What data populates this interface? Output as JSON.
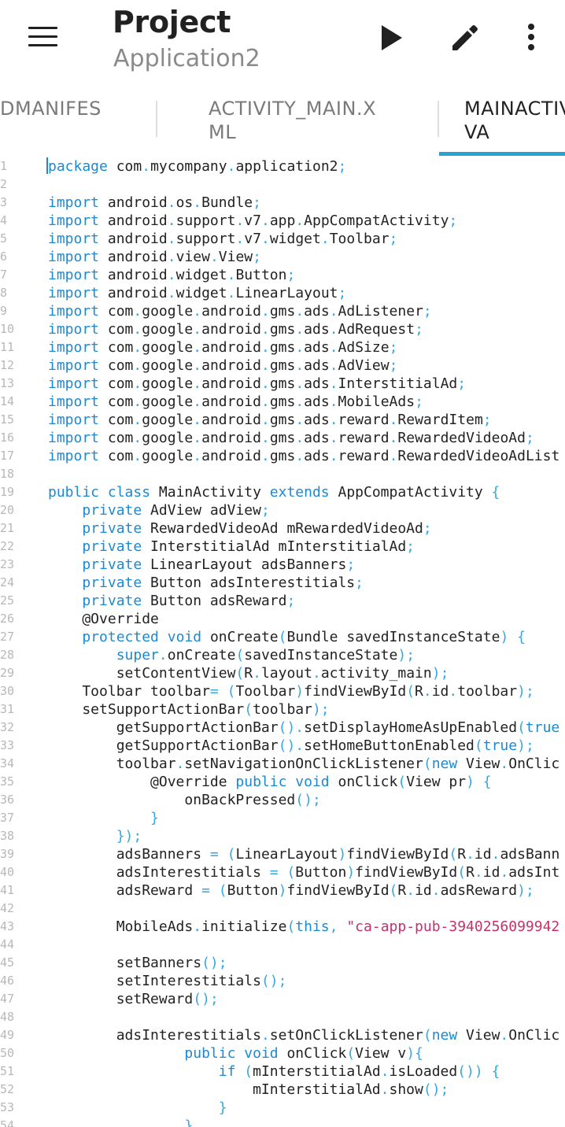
{
  "appbar": {
    "title": "Project",
    "subtitle": "Application2",
    "icons": [
      "menu-icon",
      "play-icon",
      "edit-icon",
      "more-vert-icon"
    ]
  },
  "tabs": [
    {
      "label": "DMANIFES",
      "active": false
    },
    {
      "label": "ACTIVITY_MAIN.X\nML",
      "active": false
    },
    {
      "label": "MAINACTIV\nVA",
      "active": true
    }
  ],
  "colors": {
    "accent": "#2aa0d6",
    "keyword": "#1a8ad4",
    "punctuation": "#38a7de",
    "string": "#c8306a",
    "line_number": "#b8b8b8"
  },
  "editor": {
    "lines": [
      "package com.mycompany.application2;",
      "",
      "import android.os.Bundle;",
      "import android.support.v7.app.AppCompatActivity;",
      "import android.support.v7.widget.Toolbar;",
      "import android.view.View;",
      "import android.widget.Button;",
      "import android.widget.LinearLayout;",
      "import com.google.android.gms.ads.AdListener;",
      "import com.google.android.gms.ads.AdRequest;",
      "import com.google.android.gms.ads.AdSize;",
      "import com.google.android.gms.ads.AdView;",
      "import com.google.android.gms.ads.InterstitialAd;",
      "import com.google.android.gms.ads.MobileAds;",
      "import com.google.android.gms.ads.reward.RewardItem;",
      "import com.google.android.gms.ads.reward.RewardedVideoAd;",
      "import com.google.android.gms.ads.reward.RewardedVideoAdList",
      "",
      "public class MainActivity extends AppCompatActivity {",
      "    private AdView adView;",
      "    private RewardedVideoAd mRewardedVideoAd;",
      "    private InterstitialAd mInterstitialAd;",
      "    private LinearLayout adsBanners;",
      "    private Button adsInterestitials;",
      "    private Button adsReward;",
      "    @Override",
      "    protected void onCreate(Bundle savedInstanceState) {",
      "        super.onCreate(savedInstanceState);",
      "        setContentView(R.layout.activity_main);",
      "    Toolbar toolbar= (Toolbar)findViewById(R.id.toolbar);",
      "    setSupportActionBar(toolbar);",
      "        getSupportActionBar().setDisplayHomeAsUpEnabled(true",
      "        getSupportActionBar().setHomeButtonEnabled(true);",
      "        toolbar.setNavigationOnClickListener(new View.OnClic",
      "            @Override public void onClick(View pr) {",
      "                onBackPressed();",
      "            }",
      "        });",
      "        adsBanners = (LinearLayout)findViewById(R.id.adsBann",
      "        adsInterestitials = (Button)findViewById(R.id.adsInt",
      "        adsReward = (Button)findViewById(R.id.adsReward);",
      "",
      "        MobileAds.initialize(this, \"ca-app-pub-3940256099942",
      "",
      "        setBanners();",
      "        setInterestitials();",
      "        setReward();",
      "",
      "        adsInterestitials.setOnClickListener(new View.OnClic",
      "                public void onClick(View v){",
      "                    if (mInterstitialAd.isLoaded()) {",
      "                        mInterstitialAd.show();",
      "                    }",
      "                }"
    ]
  }
}
